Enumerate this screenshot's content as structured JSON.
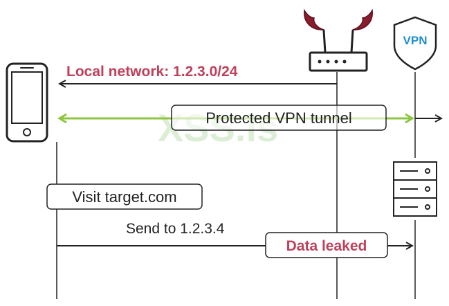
{
  "colors": {
    "accent_red": "#c0405a",
    "tunnel_green": "#8dc63f",
    "vpn_blue": "#1e8fd0",
    "line": "#222222",
    "watermark": "#d6ecd0"
  },
  "labels": {
    "local_network": "Local network: 1.2.3.0/24",
    "vpn_tunnel": "Protected VPN tunnel",
    "visit_target": "Visit target.com",
    "send_to": "Send to 1.2.3.4",
    "data_leaked": "Data leaked",
    "vpn_badge": "VPN",
    "watermark": "XSS.is"
  },
  "icons": {
    "phone": "smartphone-icon",
    "router": "malicious-router-icon",
    "vpn": "vpn-shield-icon",
    "server": "server-icon"
  }
}
